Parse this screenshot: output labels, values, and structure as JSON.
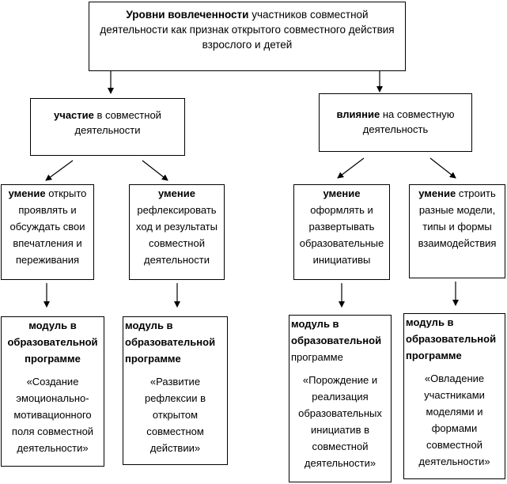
{
  "top": {
    "bold": "Уровни вовлеченности",
    "rest": " участников совместной деятельности как признак открытого совместного действия взрослого и детей"
  },
  "level1": [
    {
      "bold": "участие",
      "rest": " в совместной деятельности"
    },
    {
      "bold": "влияние",
      "rest": " на совместную деятельность"
    }
  ],
  "skills": [
    {
      "bold": "умение",
      "rest": " открыто проявлять и обсуждать свои впечатления и переживания"
    },
    {
      "bold": "умение",
      "rest": "рефлексировать ход и результаты совместной деятельности"
    },
    {
      "bold": "умение",
      "rest": "оформлять и развертывать образовательные инициативы"
    },
    {
      "bold": "умение",
      "rest": " строить разные модели, типы и формы взаимодействия"
    }
  ],
  "modules": [
    {
      "title": "модуль в образовательной программе",
      "body": "«Создание эмоционально-мотивационного поля совместной деятельности»"
    },
    {
      "title": "модуль в образовательной программе",
      "body": "«Развитие рефлексии в открытом совместном действии»"
    },
    {
      "title_bold": "модуль в образовательной",
      "title_rest": " программе",
      "body": "«Порождение и реализация образовательных инициатив в совместной деятельности»"
    },
    {
      "title": "модуль в образовательной программе",
      "body": "«Овладение участниками моделями и формами совместной деятельности»"
    }
  ]
}
